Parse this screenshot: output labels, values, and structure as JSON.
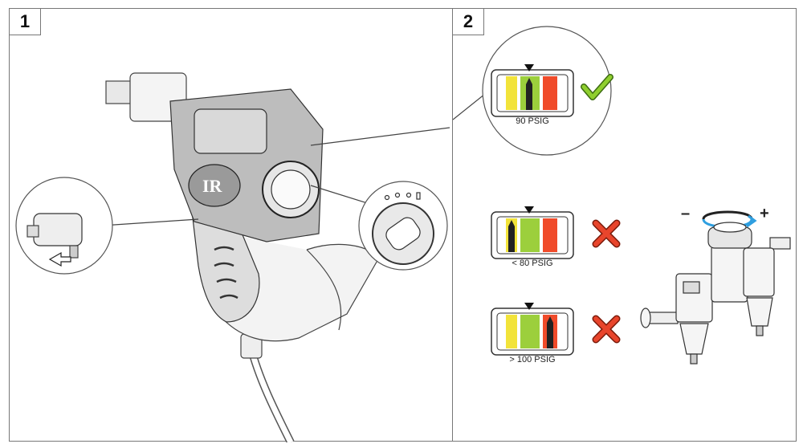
{
  "steps": [
    {
      "number": "1"
    },
    {
      "number": "2"
    }
  ],
  "gauges": [
    {
      "label": "90 PSIG",
      "status": "ok",
      "status_icon": "check-icon",
      "needle_zone": "green"
    },
    {
      "label": "< 80 PSIG",
      "status": "bad",
      "status_icon": "cross-icon",
      "needle_zone": "yellow"
    },
    {
      "label": "> 100 PSIG",
      "status": "bad",
      "status_icon": "cross-icon",
      "needle_zone": "red"
    }
  ],
  "regulator": {
    "minus_label": "–",
    "plus_label": "+"
  },
  "colors": {
    "gauge_yellow": "#f2e33a",
    "gauge_green": "#9ccf3c",
    "gauge_red": "#f04b2a",
    "check_green": "#8fcf2f",
    "cross_red": "#e8452c",
    "regulator_knob": "#2f9fe0"
  }
}
